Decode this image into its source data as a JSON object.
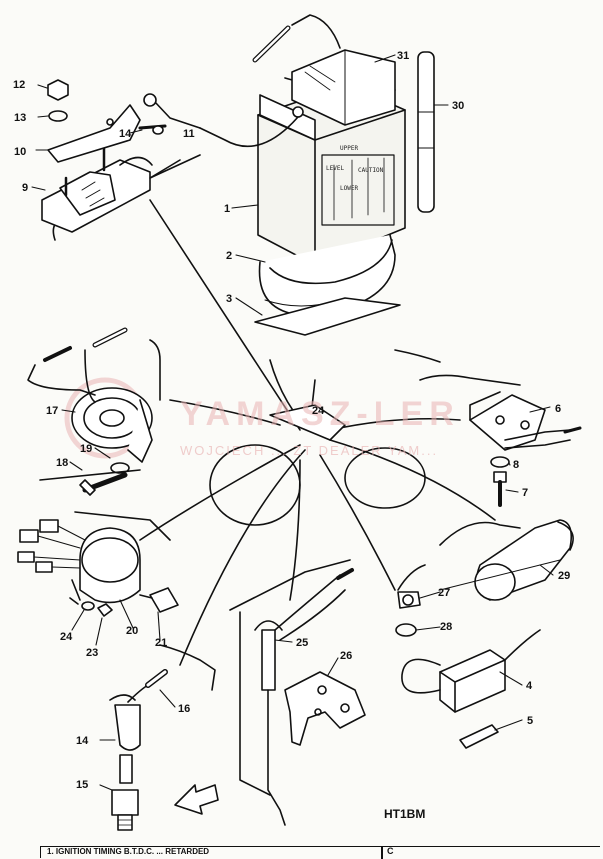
{
  "diagram": {
    "drawing_code": "HT1BM",
    "watermark_main": "YAMASZ-LER",
    "watermark_sub": "WOJCIECH ... ZT DEALER YAM...",
    "footer_text": "1. IGNITION TIMING B.T.D.C. ... RETARDED",
    "footer_text_right": "C",
    "battery_texts": [
      "UPPER",
      "LEVEL",
      "LOWER",
      "CAUTION"
    ],
    "parts": [
      {
        "id": "battery",
        "label": "1"
      },
      {
        "id": "battery-band",
        "label": "2"
      },
      {
        "id": "battery-plate",
        "label": "3"
      },
      {
        "id": "ignition-coil",
        "label": "4"
      },
      {
        "id": "fuse",
        "label": "5"
      },
      {
        "id": "rectifier",
        "label": "6"
      },
      {
        "id": "bolt",
        "label": "7"
      },
      {
        "id": "washer",
        "label": "8"
      },
      {
        "id": "starter-relay",
        "label": "9"
      },
      {
        "id": "relay-bracket",
        "label": "10"
      },
      {
        "id": "screw",
        "label": "11"
      },
      {
        "id": "nut",
        "label": "12"
      },
      {
        "id": "washer-upper",
        "label": "13"
      },
      {
        "id": "plug-cap",
        "label": "14"
      },
      {
        "id": "spark-plug",
        "label": "15"
      },
      {
        "id": "plug-cap-cord",
        "label": "16"
      },
      {
        "id": "horn",
        "label": "17"
      },
      {
        "id": "horn-bolt",
        "label": "18"
      },
      {
        "id": "horn-washer",
        "label": "19"
      },
      {
        "id": "main-switch",
        "label": "20"
      },
      {
        "id": "key",
        "label": "21"
      },
      {
        "id": "switch-nut",
        "label": "23"
      },
      {
        "id": "switch-washer",
        "label": "24"
      },
      {
        "id": "wire-clamp",
        "label": "24"
      },
      {
        "id": "neutral-switch",
        "label": "25"
      },
      {
        "id": "bracket",
        "label": "26"
      },
      {
        "id": "thermo-switch",
        "label": "27"
      },
      {
        "id": "gasket",
        "label": "28"
      },
      {
        "id": "coil-cover",
        "label": "29"
      },
      {
        "id": "breather-pipe",
        "label": "30"
      },
      {
        "id": "battery-cover",
        "label": "31"
      }
    ]
  }
}
